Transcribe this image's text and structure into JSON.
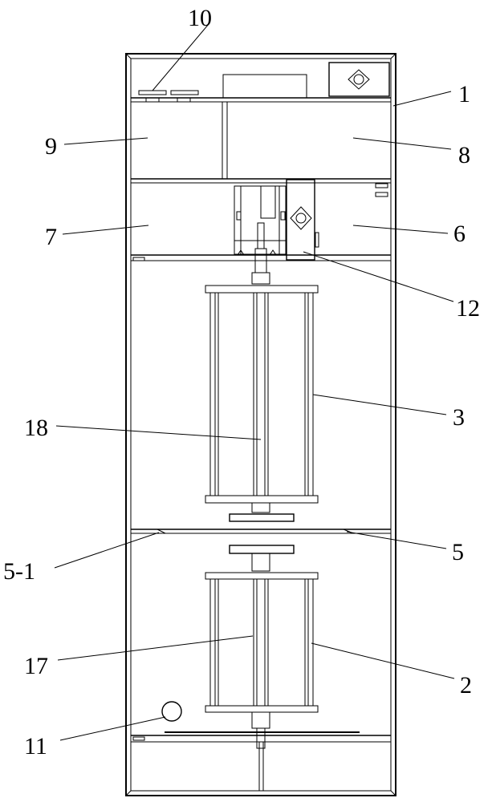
{
  "figure": {
    "labels": {
      "l1": "1",
      "l2": "2",
      "l3": "3",
      "l5": "5",
      "l5_1": "5-1",
      "l6": "6",
      "l7": "7",
      "l8": "8",
      "l9": "9",
      "l10": "10",
      "l11": "11",
      "l12": "12",
      "l17": "17",
      "l18": "18"
    }
  }
}
